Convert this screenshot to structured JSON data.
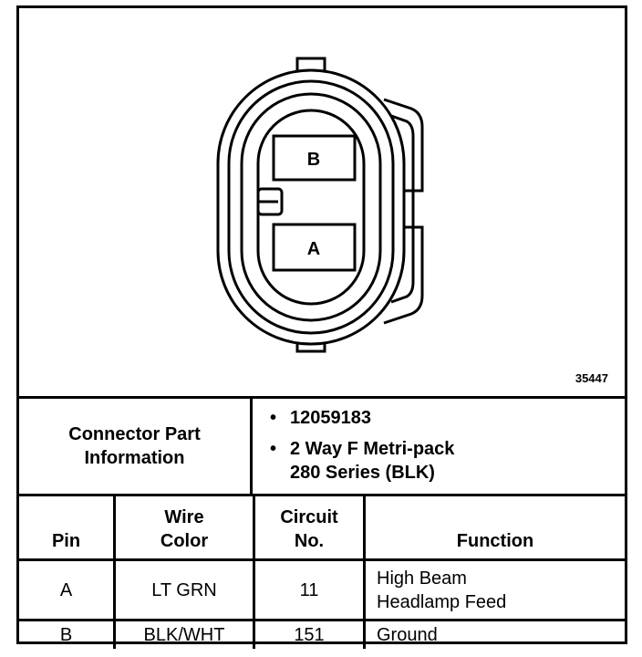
{
  "figure_number": "35447",
  "connector": {
    "pin_b_label": "B",
    "pin_a_label": "A"
  },
  "info": {
    "label_line1": "Connector Part",
    "label_line2": "Information",
    "bullet": "•",
    "part_number": "12059183",
    "description_line1": "2 Way F Metri-pack",
    "description_line2": "280 Series (BLK)"
  },
  "table": {
    "headers": {
      "pin": "Pin",
      "wire_color_line1": "Wire",
      "wire_color_line2": "Color",
      "circuit_line1": "Circuit",
      "circuit_line2": "No.",
      "function": "Function"
    },
    "rows": [
      {
        "pin": "A",
        "wire_color": "LT GRN",
        "circuit": "11",
        "function_line1": "High Beam",
        "function_line2": "Headlamp Feed"
      },
      {
        "pin": "B",
        "wire_color": "BLK/WHT",
        "circuit": "151",
        "function_line1": "Ground",
        "function_line2": ""
      }
    ]
  }
}
